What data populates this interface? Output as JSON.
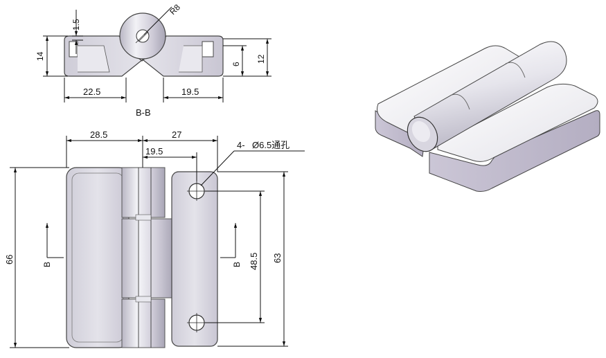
{
  "section": {
    "label": "B-B",
    "dims": {
      "top_thickness": "1.5",
      "height": "14",
      "radius": "R8",
      "left_len": "22.5",
      "right_len": "19.5",
      "h6": "6",
      "h12": "12"
    }
  },
  "front": {
    "dims": {
      "left_w": "28.5",
      "right_w": "27",
      "hole_offset": "19.5",
      "total_h": "66",
      "hole_pitch": "48.5",
      "leaf_h": "63"
    },
    "hole_note": "4-",
    "hole_note2": "Ø6.5通孔",
    "arrow_label_left": "B",
    "arrow_label_right": "B"
  },
  "colors": {
    "leaf": "#d8d6e0",
    "shade": "#bdbac8",
    "highlight": "#f4f4f8",
    "ink": "#111111"
  }
}
